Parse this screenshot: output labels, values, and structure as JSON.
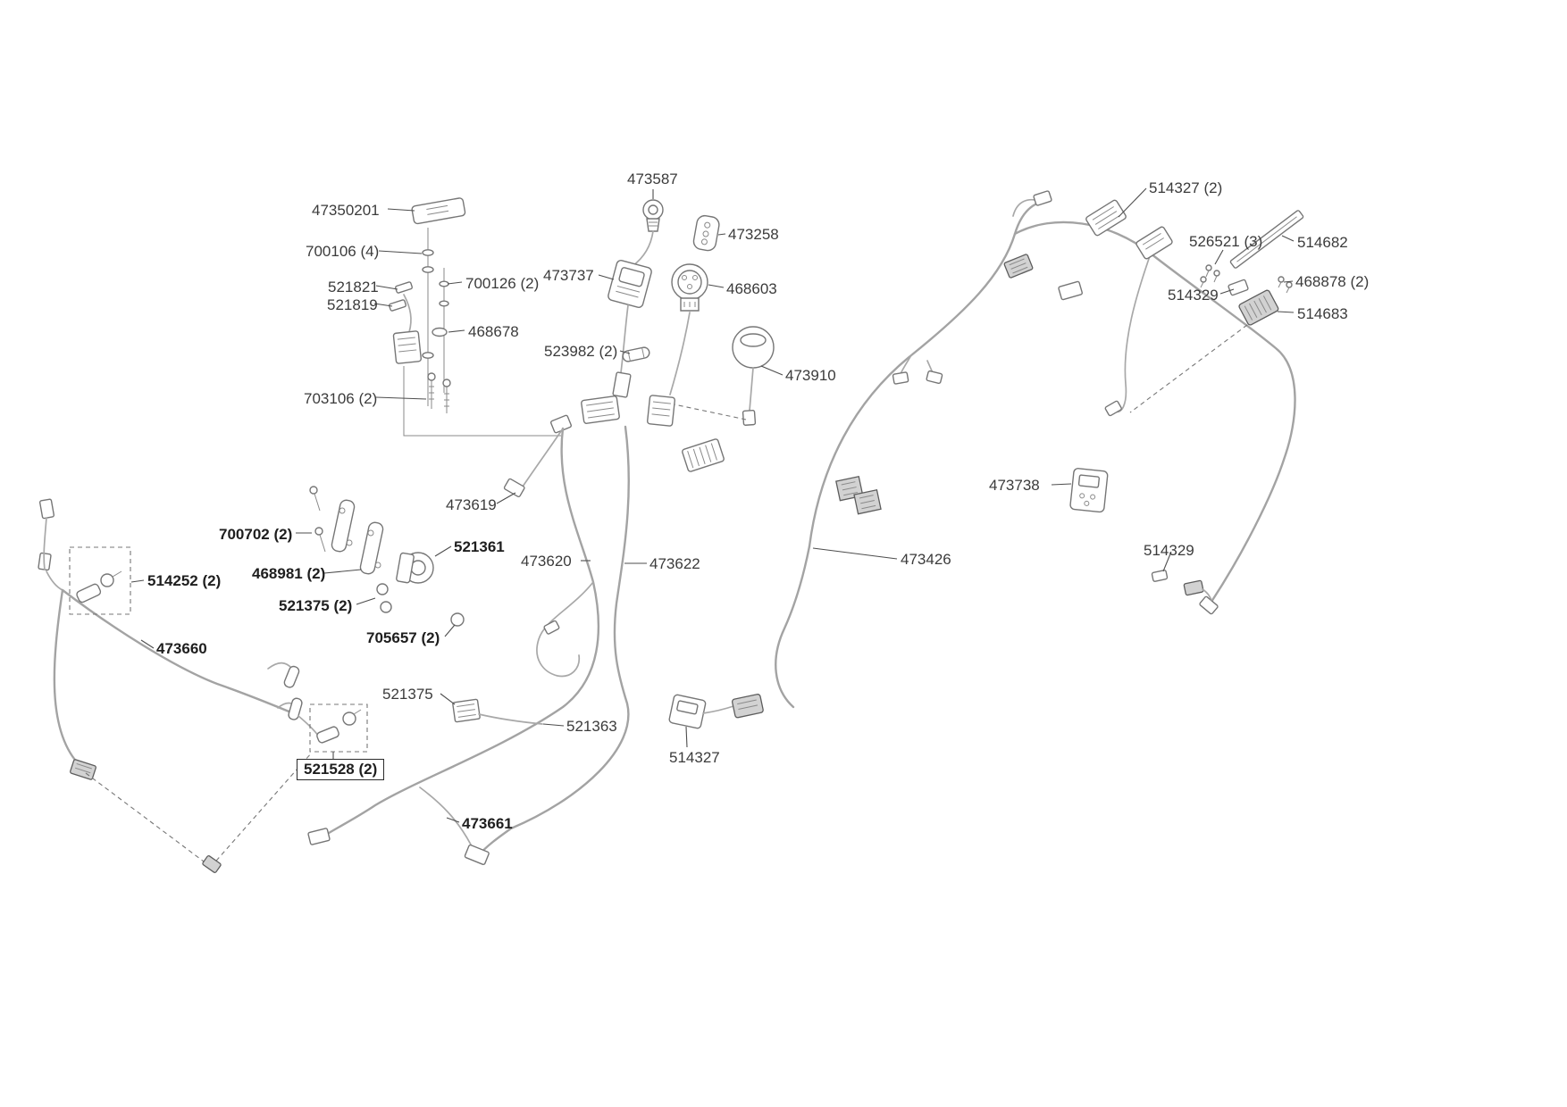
{
  "diagram": {
    "kind": "exploded-parts-wiring-harness-diagram",
    "background": "#ffffff",
    "wire_color": "#a3a3a3",
    "part_outline_color": "#767676",
    "label_color": "#3b3b3b"
  },
  "labels": [
    {
      "part": "47350201",
      "qty": 1,
      "text": "47350201"
    },
    {
      "part": "700106",
      "qty": 4,
      "text": "700106 (4)"
    },
    {
      "part": "521821",
      "qty": 1,
      "text": "521821"
    },
    {
      "part": "521819",
      "qty": 1,
      "text": "521819"
    },
    {
      "part": "700126",
      "qty": 2,
      "text": "700126 (2)"
    },
    {
      "part": "468678",
      "qty": 1,
      "text": "468678"
    },
    {
      "part": "703106",
      "qty": 2,
      "text": "703106 (2)"
    },
    {
      "part": "473587",
      "qty": 1,
      "text": "473587"
    },
    {
      "part": "473737",
      "qty": 1,
      "text": "473737"
    },
    {
      "part": "473258",
      "qty": 1,
      "text": "473258"
    },
    {
      "part": "468603",
      "qty": 1,
      "text": "468603"
    },
    {
      "part": "523982",
      "qty": 2,
      "text": "523982 (2)"
    },
    {
      "part": "473910",
      "qty": 1,
      "text": "473910"
    },
    {
      "part": "514327",
      "qty": 2,
      "text": "514327 (2)"
    },
    {
      "part": "526521",
      "qty": 3,
      "text": "526521 (3)"
    },
    {
      "part": "514682",
      "qty": 1,
      "text": "514682"
    },
    {
      "part": "468878",
      "qty": 2,
      "text": "468878 (2)"
    },
    {
      "part": "514329",
      "qty": 1,
      "text": "514329"
    },
    {
      "part": "514683",
      "qty": 1,
      "text": "514683"
    },
    {
      "part": "473738",
      "qty": 1,
      "text": "473738"
    },
    {
      "part": "473619",
      "qty": 1,
      "text": "473619"
    },
    {
      "part": "700702",
      "qty": 2,
      "text": "700702 (2)"
    },
    {
      "part": "521361",
      "qty": 1,
      "text": "521361"
    },
    {
      "part": "468981",
      "qty": 2,
      "text": "468981 (2)"
    },
    {
      "part": "473620",
      "qty": 1,
      "text": "473620"
    },
    {
      "part": "473622",
      "qty": 1,
      "text": "473622"
    },
    {
      "part": "473426",
      "qty": 1,
      "text": "473426"
    },
    {
      "part": "514252",
      "qty": 2,
      "text": "514252 (2)"
    },
    {
      "part": "521375",
      "qty": 2,
      "text": "521375 (2)"
    },
    {
      "part": "705657",
      "qty": 2,
      "text": "705657 (2)"
    },
    {
      "part": "473660",
      "qty": 1,
      "text": "473660"
    },
    {
      "part": "514329",
      "qty": 1,
      "text": "514329"
    },
    {
      "part": "521375",
      "qty": 1,
      "text": "521375"
    },
    {
      "part": "521363",
      "qty": 1,
      "text": "521363"
    },
    {
      "part": "514327",
      "qty": 1,
      "text": "514327"
    },
    {
      "part": "521528",
      "qty": 2,
      "text": "521528 (2)"
    },
    {
      "part": "473661",
      "qty": 1,
      "text": "473661"
    }
  ]
}
